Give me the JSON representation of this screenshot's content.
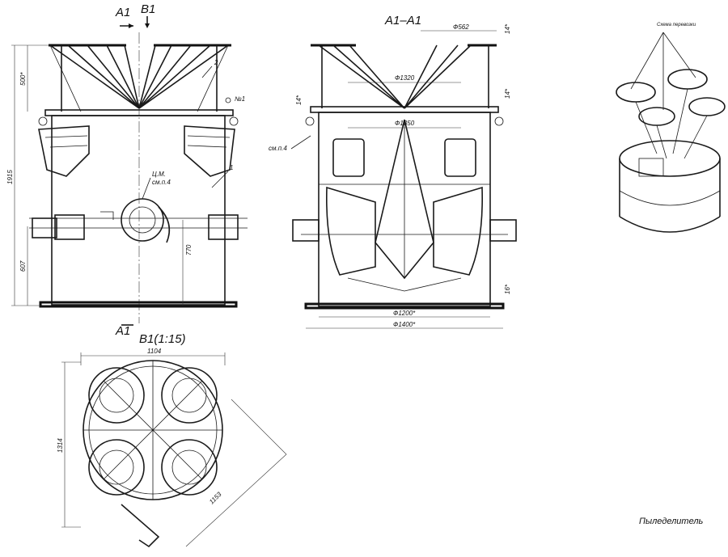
{
  "views": {
    "section_a1_label": "A1",
    "arrow_b1_label": "B1",
    "section_a1a1_title": "A1–A1",
    "view_b1_title": "B1(1:15)",
    "isometric_title": "Схема перевозки",
    "caption": "Пыледелитель"
  },
  "front_view": {
    "dim_total_height": "1915",
    "dim_top_height": "500*",
    "dim_lower_height": "607",
    "dim_mid_height": "770",
    "callout_1": "1",
    "callout_2": "2",
    "callout_n1": "№1",
    "callout_cm": "Ц.М.",
    "callout_smp": "см.п.4"
  },
  "section_view": {
    "dim_d562": "Ф562",
    "dim_d1320": "Ф1320",
    "dim_d1350": "Ф1350",
    "dim_d1200": "Ф1200*",
    "dim_d1400": "Ф1400*",
    "dim_14_a": "14*",
    "dim_14_b": "14*",
    "dim_14_c": "14*",
    "dim_16": "16*",
    "callout_smp": "см.п.4"
  },
  "plan_view": {
    "dim_width": "1104",
    "dim_height": "1314",
    "dim_diagonal": "1153"
  }
}
